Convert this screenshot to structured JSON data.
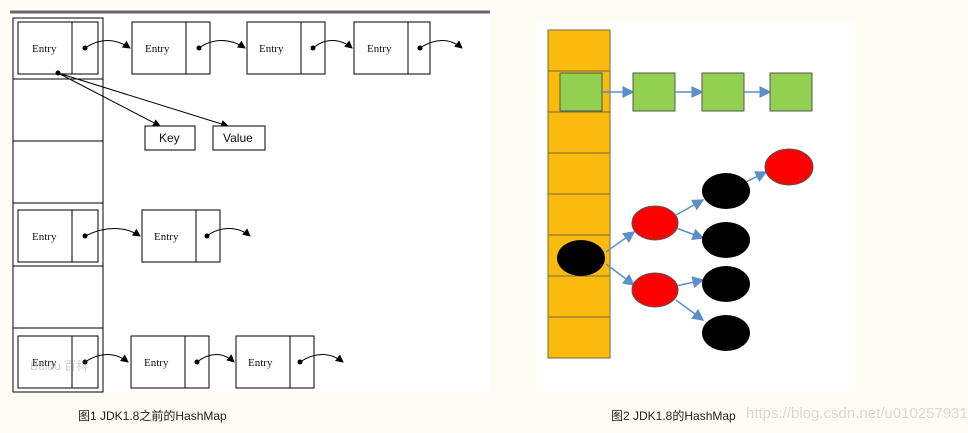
{
  "figure1": {
    "entry_label": "Entry",
    "key_label": "Key",
    "value_label": "Value",
    "caption": "图1 JDK1.8之前的HashMap",
    "colors": {
      "line": "#000000",
      "box": "#ffffff"
    }
  },
  "figure2": {
    "caption": "图2 JDK1.8的HashMap",
    "colors": {
      "bucket": "#fbbb0c",
      "list_node": "#92d050",
      "red_node": "#ff0000",
      "black_node": "#000000",
      "arrow": "#5b8fc7"
    }
  },
  "watermark": "https://blog.csdn.net/u010257931",
  "logo_watermark": "Baidu 百科"
}
